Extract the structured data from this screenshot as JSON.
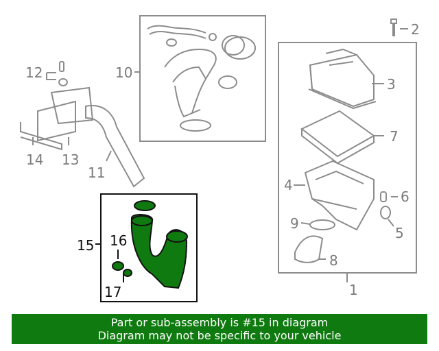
{
  "callouts": {
    "c1": "1",
    "c2": "2",
    "c3": "3",
    "c4": "4",
    "c5": "5",
    "c6": "6",
    "c7": "7",
    "c8": "8",
    "c9": "9",
    "c10": "10",
    "c11": "11",
    "c12": "12",
    "c13": "13",
    "c14": "14",
    "c15": "15",
    "c16": "16",
    "c17": "17"
  },
  "footer": {
    "line1": "Part or sub-assembly is #15 in diagram",
    "line2": "Diagram may not be specific to your vehicle"
  },
  "colors": {
    "highlight_part": "#0f7a0f",
    "footer_bg": "#0f7a0f",
    "linework": "#8c8c8c"
  }
}
